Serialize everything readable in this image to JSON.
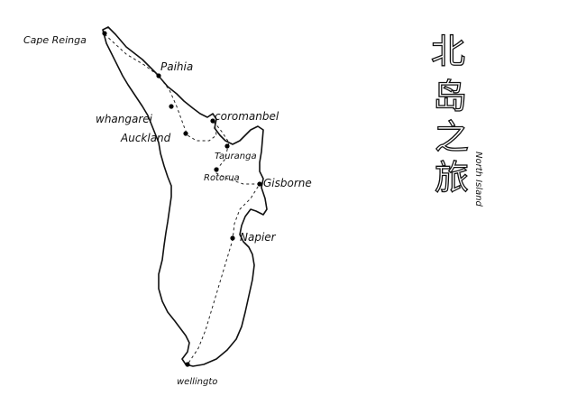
{
  "title": {
    "chinese": [
      "北",
      "岛",
      "之",
      "旅"
    ],
    "english": "North Island"
  },
  "places": [
    {
      "id": "cape-reinga",
      "label": "Cape Reinga"
    },
    {
      "id": "paihia",
      "label": "Paihia"
    },
    {
      "id": "whangarei",
      "label": "whangarei"
    },
    {
      "id": "auckland",
      "label": "Auckland"
    },
    {
      "id": "coromandel",
      "label": "coromanbel"
    },
    {
      "id": "tauranga",
      "label": "Tauranga"
    },
    {
      "id": "rotorua",
      "label": "Rotorua"
    },
    {
      "id": "gisborne",
      "label": "Gisborne"
    },
    {
      "id": "napier",
      "label": "Napier"
    },
    {
      "id": "wellington",
      "label": "wellingto"
    }
  ]
}
